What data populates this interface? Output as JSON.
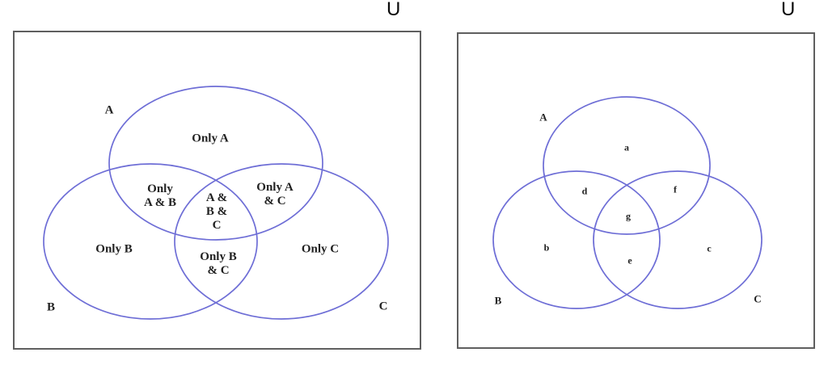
{
  "colors": {
    "circle_stroke": "#6e6ed6",
    "box_border": "#5f5f5f",
    "label_text": "#222222",
    "universe_text": "#0a0a0a"
  },
  "panels": [
    {
      "universe": "U",
      "sets": {
        "a": "A",
        "b": "B",
        "c": "C"
      },
      "regions": {
        "only_a": "Only A",
        "only_a_b": "Only\nA & B",
        "a_b_c": "A &\nB &\nC",
        "only_a_c": "Only A\n& C",
        "only_b": "Only B",
        "only_b_c": "Only B\n& C",
        "only_c": "Only C"
      }
    },
    {
      "universe": "U",
      "sets": {
        "a": "A",
        "b": "B",
        "c": "C"
      },
      "regions": {
        "a": "a",
        "b": "b",
        "c": "c",
        "d": "d",
        "e": "e",
        "f": "f",
        "g": "g"
      }
    }
  ]
}
